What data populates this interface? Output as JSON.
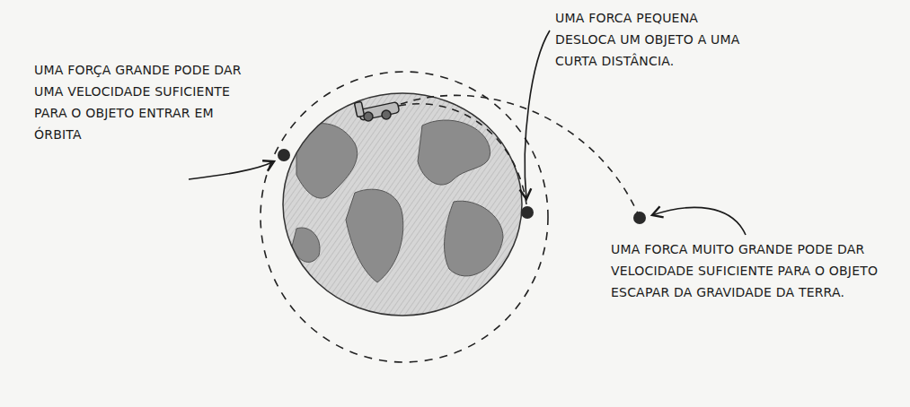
{
  "diagram": {
    "labels": [
      "UMA FORÇA GRANDE PODE DAR UMA VELOCIDADE SUFICIENTE PARA O OBJETO ENTRAR EM ÓRBITA",
      "UMA FORCA PEQUENA DESLOCA UM OBJETO A UMA CURTA DISTÂNCIA.",
      "UMA FORCA MUITO GRANDE PODE DAR VELOCIDADE SUFICIENTE PARA O OBJETO ESCAPAR DA GRAVIDADE DA TERRA."
    ]
  }
}
